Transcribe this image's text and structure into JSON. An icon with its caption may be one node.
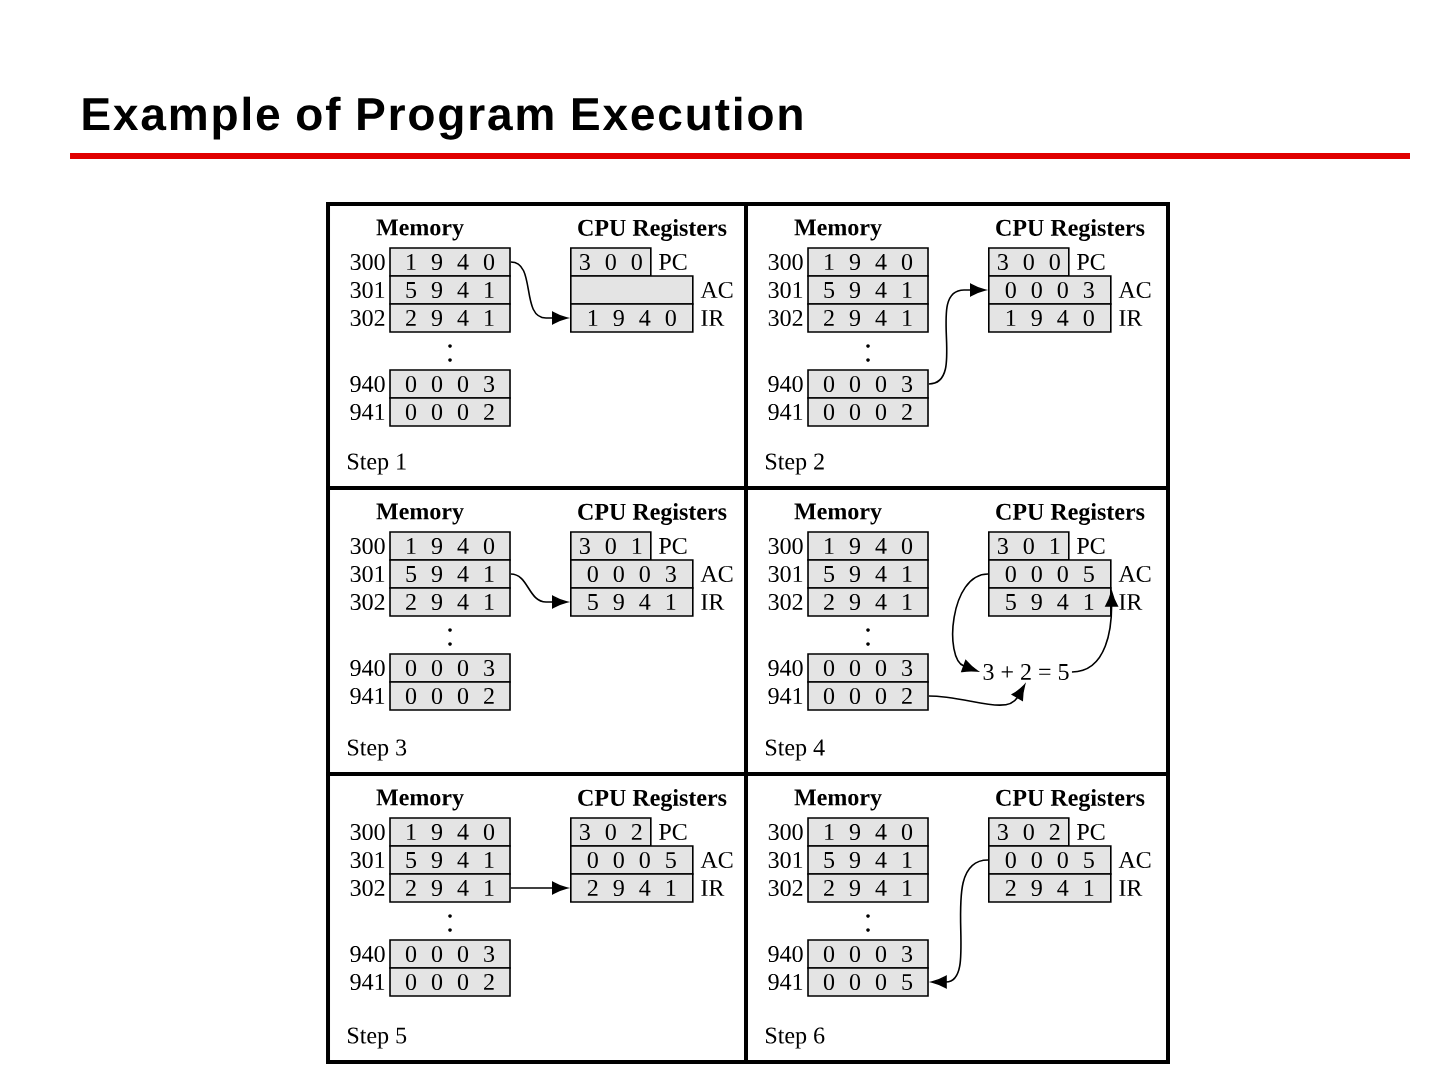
{
  "diagram": {
    "title": "Example of Program Execution",
    "nodes": [
      {
        "text": [
          "Step 1"
        ]
      },
      {
        "text": [
          "1 9 4 0"
        ],
        "in": 0,
        "beside": [
          "300"
        ]
      },
      {
        "text": [
          "5 9 4 1"
        ],
        "in": 0,
        "beside": [
          "301"
        ]
      },
      {
        "text": [
          "2 9 4 1"
        ],
        "in": 0,
        "beside": [
          "302"
        ]
      },
      {
        "text": [
          "0 0 0 3"
        ],
        "in": 0,
        "beside": [
          "940"
        ]
      },
      {
        "text": [
          "0 0 0 2"
        ],
        "in": 0,
        "beside": [
          "941"
        ]
      },
      {
        "text": [
          "3 0 0"
        ],
        "in": 0,
        "beside": [
          "PC"
        ]
      },
      {
        "text": [],
        "shape": "box",
        "in": 0,
        "beside": [
          "AC"
        ]
      },
      {
        "text": [
          "1 9 4 0"
        ],
        "in": 0,
        "beside": [
          "IR"
        ]
      },
      {
        "text": [
          "Step 2"
        ]
      },
      {
        "text": [
          "1 9 4 0"
        ],
        "in": 9,
        "beside": [
          "300"
        ]
      },
      {
        "text": [
          "5 9 4 1"
        ],
        "in": 9,
        "beside": [
          "301"
        ]
      },
      {
        "text": [
          "2 9 4 1"
        ],
        "in": 9,
        "beside": [
          "302"
        ]
      },
      {
        "text": [
          "0 0 0 3"
        ],
        "in": 9,
        "beside": [
          "940"
        ]
      },
      {
        "text": [
          "0 0 0 2"
        ],
        "in": 9,
        "beside": [
          "941"
        ]
      },
      {
        "text": [
          "3 0 0"
        ],
        "in": 9,
        "beside": [
          "PC"
        ]
      },
      {
        "text": [
          "0 0 0 3"
        ],
        "in": 9,
        "beside": [
          "AC"
        ]
      },
      {
        "text": [
          "1 9 4 0"
        ],
        "in": 9,
        "beside": [
          "IR"
        ]
      },
      {
        "text": [
          "Step 3"
        ]
      },
      {
        "text": [
          "1 9 4 0"
        ],
        "in": 18,
        "beside": [
          "300"
        ]
      },
      {
        "text": [
          "5 9 4 1"
        ],
        "in": 18,
        "beside": [
          "301"
        ]
      },
      {
        "text": [
          "2 9 4 1"
        ],
        "in": 18,
        "beside": [
          "302"
        ]
      },
      {
        "text": [
          "0 0 0 3"
        ],
        "in": 18,
        "beside": [
          "940"
        ]
      },
      {
        "text": [
          "0 0 0 2"
        ],
        "in": 18,
        "beside": [
          "941"
        ]
      },
      {
        "text": [
          "3 0 1"
        ],
        "in": 18,
        "beside": [
          "PC"
        ]
      },
      {
        "text": [
          "0 0 0 3"
        ],
        "in": 18,
        "beside": [
          "AC"
        ]
      },
      {
        "text": [
          "5 9 4 1"
        ],
        "in": 18,
        "beside": [
          "IR"
        ]
      },
      {
        "text": [
          "Step 4"
        ]
      },
      {
        "text": [
          "1 9 4 0"
        ],
        "in": 27,
        "beside": [
          "300"
        ]
      },
      {
        "text": [
          "5 9 4 1"
        ],
        "in": 27,
        "beside": [
          "301"
        ]
      },
      {
        "text": [
          "2 9 4 1"
        ],
        "in": 27,
        "beside": [
          "302"
        ]
      },
      {
        "text": [
          "0 0 0 3"
        ],
        "in": 27,
        "beside": [
          "940"
        ]
      },
      {
        "text": [
          "0 0 0 2"
        ],
        "in": 27,
        "beside": [
          "941"
        ]
      },
      {
        "text": [
          "3 0 1"
        ],
        "in": 27,
        "beside": [
          "PC"
        ]
      },
      {
        "text": [
          "0 0 0 5"
        ],
        "in": 27,
        "beside": [
          "AC"
        ]
      },
      {
        "text": [
          "5 9 4 1"
        ],
        "in": 27,
        "beside": [
          "IR"
        ]
      },
      {
        "text": [
          "Step 5"
        ]
      },
      {
        "text": [
          "1 9 4 0"
        ],
        "in": 36,
        "beside": [
          "300"
        ]
      },
      {
        "text": [
          "5 9 4 1"
        ],
        "in": 36,
        "beside": [
          "301"
        ]
      },
      {
        "text": [
          "2 9 4 1"
        ],
        "in": 36,
        "beside": [
          "302"
        ]
      },
      {
        "text": [
          "0 0 0 3"
        ],
        "in": 36,
        "beside": [
          "940"
        ]
      },
      {
        "text": [
          "0 0 0 2"
        ],
        "in": 36,
        "beside": [
          "941"
        ]
      },
      {
        "text": [
          "3 0 2"
        ],
        "in": 36,
        "beside": [
          "PC"
        ]
      },
      {
        "text": [
          "0 0 0 5"
        ],
        "in": 36,
        "beside": [
          "AC"
        ]
      },
      {
        "text": [
          "2 9 4 1"
        ],
        "in": 36,
        "beside": [
          "IR"
        ]
      },
      {
        "text": [
          "Step 6"
        ]
      },
      {
        "text": [
          "1 9 4 0"
        ],
        "in": 45,
        "beside": [
          "300"
        ]
      },
      {
        "text": [
          "5 9 4 1"
        ],
        "in": 45,
        "beside": [
          "301"
        ]
      },
      {
        "text": [
          "2 9 4 1"
        ],
        "in": 45,
        "beside": [
          "302"
        ]
      },
      {
        "text": [
          "0 0 0 3"
        ],
        "in": 45,
        "beside": [
          "940"
        ]
      },
      {
        "text": [
          "0 0 0 5"
        ],
        "in": 45,
        "beside": [
          "941"
        ]
      },
      {
        "text": [
          "3 0 2"
        ],
        "in": 45,
        "beside": [
          "PC"
        ]
      },
      {
        "text": [
          "0 0 0 5"
        ],
        "in": 45,
        "beside": [
          "AC"
        ]
      },
      {
        "text": [
          "2 9 4 1"
        ],
        "in": 45,
        "beside": [
          "IR"
        ]
      },
      {
        "text": [
          "3 + 2 = 5"
        ],
        "in": 27
      }
    ],
    "edges": [
      {
        "from": 1,
        "to": 8,
        "arrow": "to"
      },
      {
        "from": 13,
        "to": 16,
        "arrow": "to"
      },
      {
        "from": 20,
        "to": 26,
        "arrow": "to"
      },
      {
        "from": 34,
        "to": 54,
        "arrow": "to"
      },
      {
        "from": 32,
        "to": 54,
        "arrow": "to"
      },
      {
        "from": 54,
        "to": 34,
        "arrow": "to"
      },
      {
        "from": 39,
        "to": 44,
        "arrow": "to"
      },
      {
        "from": 52,
        "to": 50,
        "arrow": "to"
      }
    ],
    "labels": [
      "Memory",
      "CPU Registers",
      "Memory",
      "CPU Registers",
      "Memory",
      "CPU Registers",
      "Memory",
      "CPU Registers",
      "Memory",
      "CPU Registers",
      "Memory",
      "CPU Registers"
    ]
  }
}
